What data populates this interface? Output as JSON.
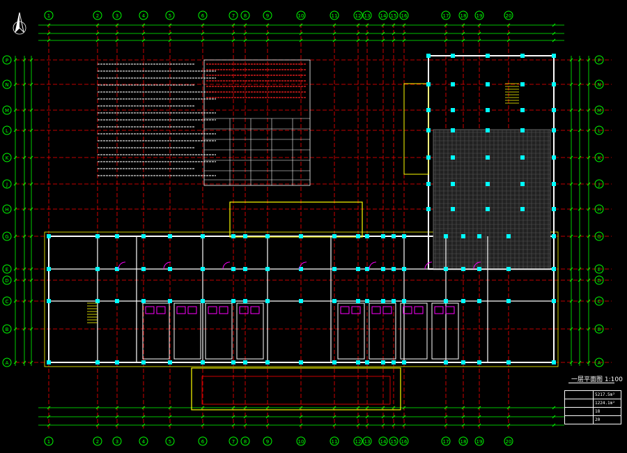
{
  "colors": {
    "background": "#000000",
    "grid_axis": "#ff0000",
    "dimension": "#00ff00",
    "wall": "#ffffff",
    "column": "#00ffff",
    "door": "#ff00ff",
    "window_frame": "#ffff00",
    "fixture": "#ff00ff"
  },
  "icons": {
    "north_arrow": "north-arrow-icon"
  },
  "axes": {
    "numbered": [
      "1",
      "2",
      "3",
      "4",
      "5",
      "6",
      "7",
      "8",
      "9",
      "10",
      "11",
      "12",
      "13",
      "14",
      "15",
      "16",
      "17",
      "18",
      "19",
      "20"
    ],
    "lettered": [
      "A",
      "B",
      "C",
      "D",
      "E",
      "G",
      "H",
      "J",
      "K",
      "L",
      "M",
      "N",
      "P"
    ]
  },
  "drawing": {
    "title": "一层平面图",
    "scale": "1:100"
  },
  "summary_table": [
    {
      "key": "",
      "value": "5217.5m²"
    },
    {
      "key": "",
      "value": "1224.1m²"
    },
    {
      "key": "",
      "value": "18"
    },
    {
      "key": "",
      "value": "20"
    }
  ]
}
